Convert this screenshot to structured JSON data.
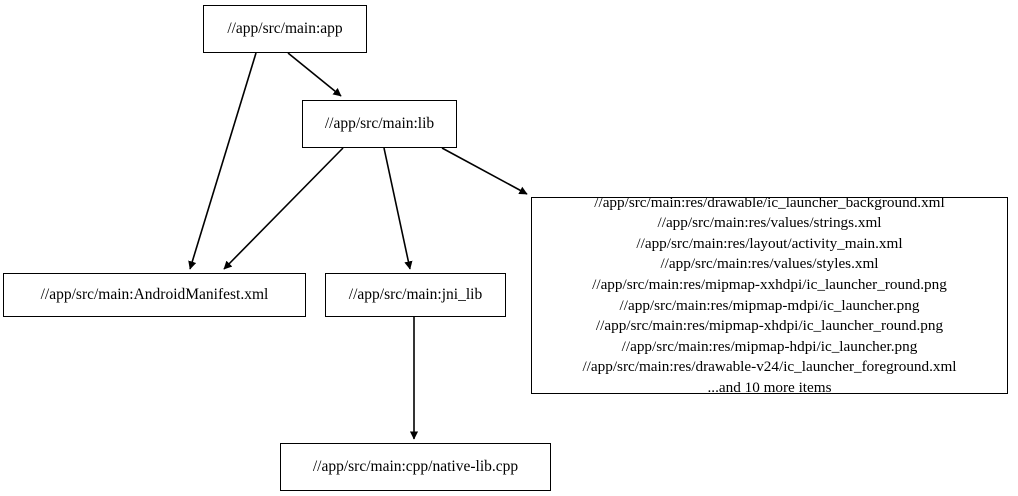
{
  "graph": {
    "type": "directed-dependency-graph",
    "background": "#ffffff",
    "edge_color": "#000000",
    "node_border_color": "#000000",
    "node_fill_color": "#ffffff",
    "nodes": [
      {
        "id": "app",
        "label": "//app/src/main:app"
      },
      {
        "id": "lib",
        "label": "//app/src/main:lib"
      },
      {
        "id": "manifest",
        "label": "//app/src/main:AndroidManifest.xml"
      },
      {
        "id": "jni",
        "label": "//app/src/main:jni_lib"
      },
      {
        "id": "res",
        "label": "//app/src/main:res/drawable/ic_launcher_background.xml\n//app/src/main:res/values/strings.xml\n//app/src/main:res/layout/activity_main.xml\n//app/src/main:res/values/styles.xml\n//app/src/main:res/mipmap-xxhdpi/ic_launcher_round.png\n//app/src/main:res/mipmap-mdpi/ic_launcher.png\n//app/src/main:res/mipmap-xhdpi/ic_launcher_round.png\n//app/src/main:res/mipmap-hdpi/ic_launcher.png\n//app/src/main:res/drawable-v24/ic_launcher_foreground.xml\n...and 10 more items",
        "lines": [
          "//app/src/main:res/drawable/ic_launcher_background.xml",
          "//app/src/main:res/values/strings.xml",
          "//app/src/main:res/layout/activity_main.xml",
          "//app/src/main:res/values/styles.xml",
          "//app/src/main:res/mipmap-xxhdpi/ic_launcher_round.png",
          "//app/src/main:res/mipmap-mdpi/ic_launcher.png",
          "//app/src/main:res/mipmap-xhdpi/ic_launcher_round.png",
          "//app/src/main:res/mipmap-hdpi/ic_launcher.png",
          "//app/src/main:res/drawable-v24/ic_launcher_foreground.xml",
          "...and 10 more items"
        ]
      },
      {
        "id": "cpp",
        "label": "//app/src/main:cpp/native-lib.cpp"
      }
    ],
    "edges": [
      {
        "from": "app",
        "to": "lib"
      },
      {
        "from": "app",
        "to": "manifest"
      },
      {
        "from": "lib",
        "to": "manifest"
      },
      {
        "from": "lib",
        "to": "jni"
      },
      {
        "from": "lib",
        "to": "res"
      },
      {
        "from": "jni",
        "to": "cpp"
      }
    ]
  }
}
